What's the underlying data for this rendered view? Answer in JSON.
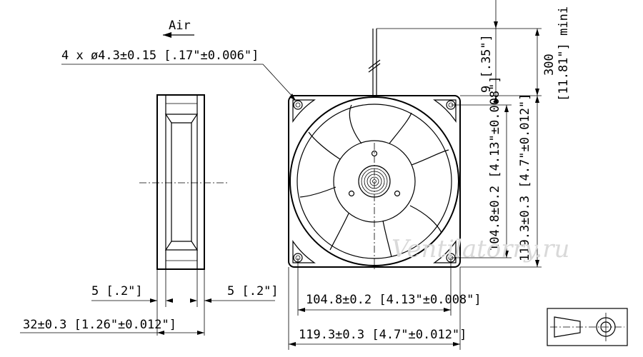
{
  "labels": {
    "air": "Air",
    "holes": "4 x ø4.3±0.15 [.17\"±0.006\"]",
    "wire_offset": "9 [.35\"]",
    "wire_length": "300",
    "wire_length_in": "[11.81\"] mini",
    "hole_spacing_v": "104.8±0.2 [4.13\"±0.008\"]",
    "size_v": "119.3±0.3 [4.7\"±0.012\"]",
    "flange_left": "5 [.2\"]",
    "flange_right": "5 [.2\"]",
    "hole_spacing_h": "104.8±0.2 [4.13\"±0.008\"]",
    "size_h": "119.3±0.3 [4.7\"±0.012\"]",
    "depth": "32±0.3 [1.26\"±0.012\"]",
    "watermark": "Ventilatorry.ru"
  }
}
